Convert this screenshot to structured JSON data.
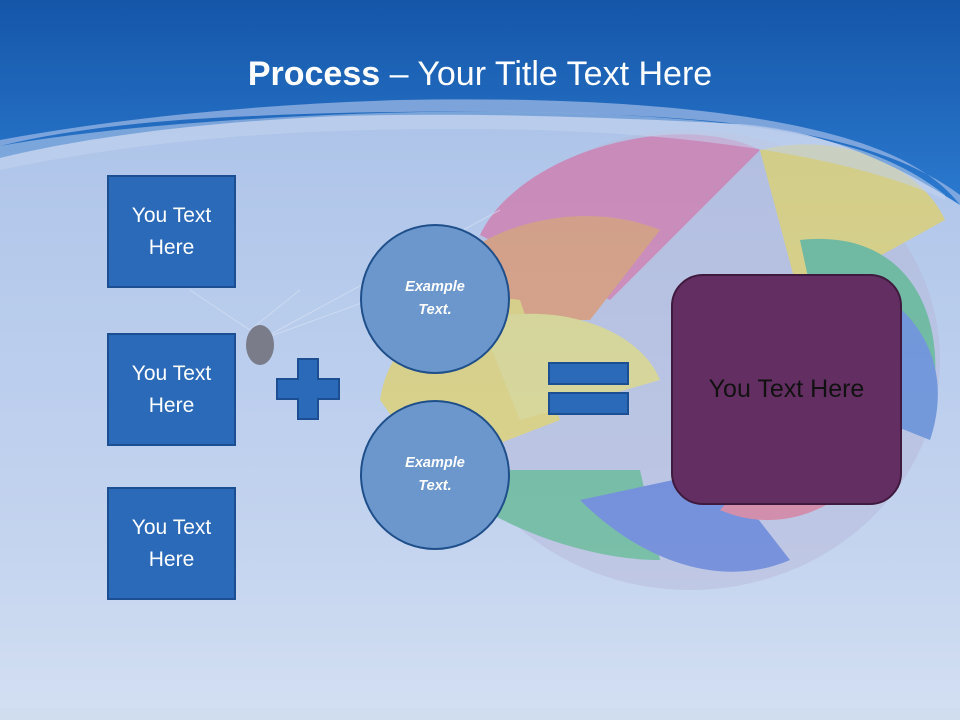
{
  "title": {
    "bold": "Process",
    "rest": " – Your Title Text Here"
  },
  "inputs": [
    {
      "label": "You Text Here"
    },
    {
      "label": "You Text Here"
    },
    {
      "label": "You Text Here"
    }
  ],
  "examples": [
    {
      "label": "Example Text."
    },
    {
      "label": "Example Text."
    }
  ],
  "result": {
    "label": "You Text Here"
  },
  "operators": {
    "plus": "plus-icon",
    "equals": "equals-icon"
  },
  "colors": {
    "header_blue": "#1f6fc4",
    "box_blue": "#2a6ab8",
    "circle_blue": "#6b97cc",
    "result_purple": "#632f62"
  }
}
